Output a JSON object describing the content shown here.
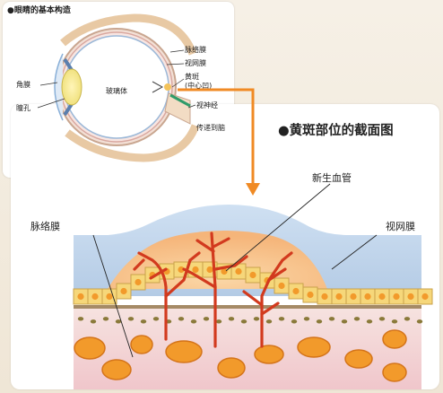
{
  "top_panel": {
    "title": "●眼睛的基本构造",
    "labels": {
      "choroid": "脉络膜",
      "retina": "视网膜",
      "macula": "黄斑",
      "fovea": "(中心凹)",
      "cornea": "角膜",
      "pupil": "瞳孔",
      "vitreous": "玻璃体",
      "optic_nerve": "视神经",
      "to_brain": "传递到脑"
    }
  },
  "bottom_panel": {
    "title": "●黄斑部位的截面图",
    "labels": {
      "new_vessels": "新生血管",
      "choroid": "脉络膜",
      "retina": "视网膜"
    }
  },
  "colors": {
    "arrow": "#f08a24",
    "vessel": "#d23a1e",
    "retina_fill": "#bdd3ea",
    "cell_fill": "#f6d77a",
    "cell_core": "#f29a2b",
    "choroid_fill": "#f4cfd2"
  }
}
